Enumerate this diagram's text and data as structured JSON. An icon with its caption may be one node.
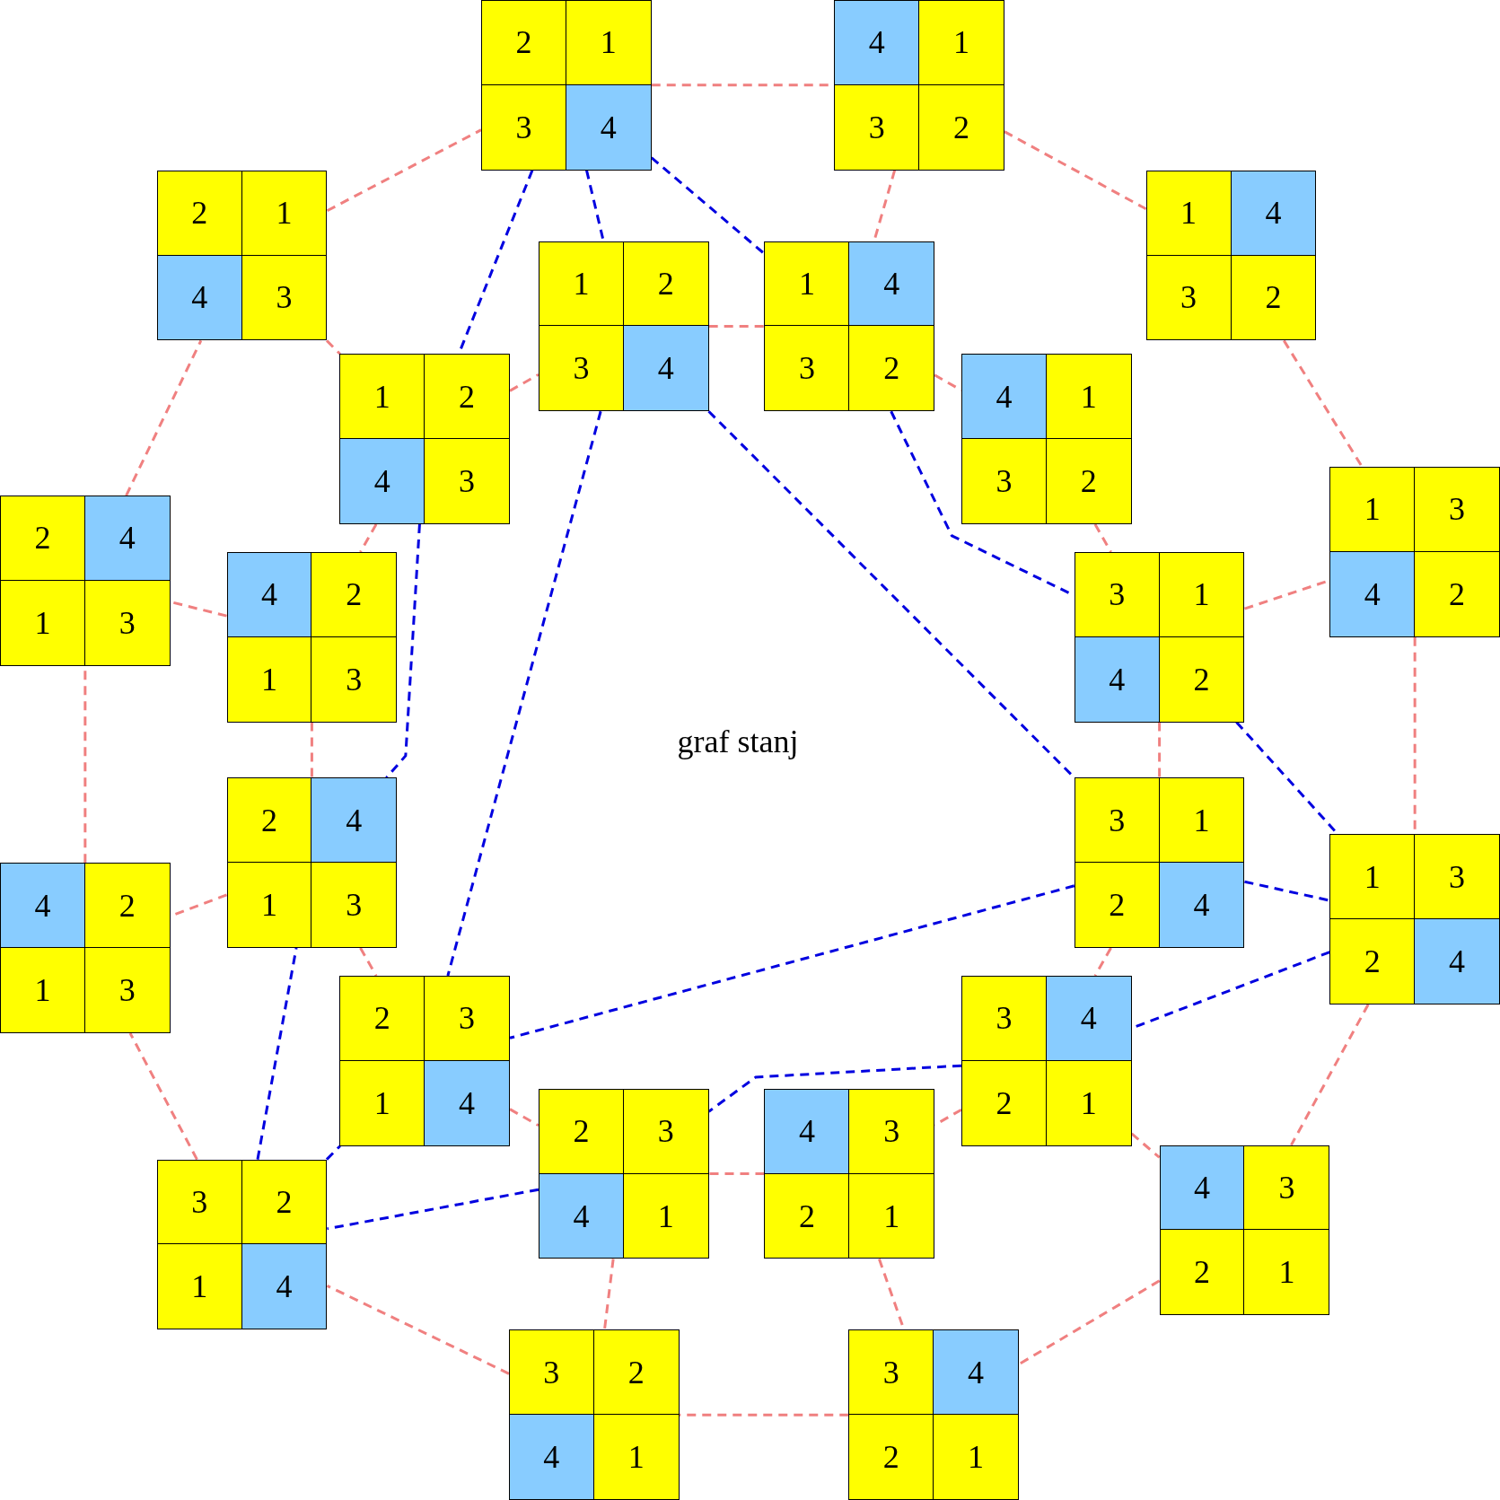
{
  "diagram": {
    "nodes": [
      {
        "text": [
          "2",
          "1",
          "3",
          "4"
        ]
      },
      {
        "text": [
          "4",
          "1",
          "3",
          "2"
        ]
      },
      {
        "text": [
          "2",
          "1",
          "4",
          "3"
        ]
      },
      {
        "text": [
          "1",
          "4",
          "3",
          "2"
        ]
      },
      {
        "text": [
          "1",
          "2",
          "3",
          "4"
        ]
      },
      {
        "text": [
          "1",
          "4",
          "3",
          "2"
        ]
      },
      {
        "text": [
          "1",
          "2",
          "4",
          "3"
        ]
      },
      {
        "text": [
          "4",
          "1",
          "3",
          "2"
        ]
      },
      {
        "text": [
          "1",
          "3",
          "4",
          "2"
        ]
      },
      {
        "text": [
          "2",
          "4",
          "1",
          "3"
        ]
      },
      {
        "text": [
          "4",
          "2",
          "1",
          "3"
        ]
      },
      {
        "text": [
          "3",
          "1",
          "4",
          "2"
        ]
      },
      {
        "text": [
          "2",
          "4",
          "1",
          "3"
        ]
      },
      {
        "text": [
          "3",
          "1",
          "2",
          "4"
        ]
      },
      {
        "text": [
          "1",
          "3",
          "2",
          "4"
        ]
      },
      {
        "text": [
          "4",
          "2",
          "1",
          "3"
        ]
      },
      {
        "text": [
          "2",
          "3",
          "1",
          "4"
        ]
      },
      {
        "text": [
          "3",
          "4",
          "2",
          "1"
        ]
      },
      {
        "text": [
          "2",
          "3",
          "4",
          "1"
        ]
      },
      {
        "text": [
          "4",
          "3",
          "2",
          "1"
        ]
      },
      {
        "text": [
          "4",
          "3",
          "2",
          "1"
        ]
      },
      {
        "text": [
          "3",
          "2",
          "1",
          "4"
        ]
      },
      {
        "text": [
          "3",
          "2",
          "4",
          "1"
        ]
      },
      {
        "text": [
          "3",
          "4",
          "2",
          "1"
        ]
      }
    ],
    "edges": [
      {
        "from": 0,
        "to": 1,
        "arrow": "none",
        "style": "dashed"
      },
      {
        "from": 1,
        "to": 3,
        "arrow": "none",
        "style": "dashed"
      },
      {
        "from": 3,
        "to": 8,
        "arrow": "none",
        "style": "dashed"
      },
      {
        "from": 8,
        "to": 14,
        "arrow": "none",
        "style": "dashed"
      },
      {
        "from": 14,
        "to": 20,
        "arrow": "none",
        "style": "dashed"
      },
      {
        "from": 20,
        "to": 23,
        "arrow": "none",
        "style": "dashed"
      },
      {
        "from": 23,
        "to": 22,
        "arrow": "none",
        "style": "dashed"
      },
      {
        "from": 22,
        "to": 21,
        "arrow": "none",
        "style": "dashed"
      },
      {
        "from": 21,
        "to": 15,
        "arrow": "none",
        "style": "dashed"
      },
      {
        "from": 15,
        "to": 9,
        "arrow": "none",
        "style": "dashed"
      },
      {
        "from": 9,
        "to": 2,
        "arrow": "none",
        "style": "dashed"
      },
      {
        "from": 2,
        "to": 0,
        "arrow": "none",
        "style": "dashed"
      },
      {
        "from": 1,
        "to": 5,
        "arrow": "none",
        "style": "dashed"
      },
      {
        "from": 4,
        "to": 5,
        "arrow": "none",
        "style": "dashed"
      },
      {
        "from": 6,
        "to": 4,
        "arrow": "none",
        "style": "dashed"
      },
      {
        "from": 5,
        "to": 7,
        "arrow": "none",
        "style": "dashed"
      },
      {
        "from": 7,
        "to": 11,
        "arrow": "none",
        "style": "dashed"
      },
      {
        "from": 11,
        "to": 8,
        "arrow": "none",
        "style": "dashed"
      },
      {
        "from": 11,
        "to": 13,
        "arrow": "none",
        "style": "dashed"
      },
      {
        "from": 13,
        "to": 17,
        "arrow": "none",
        "style": "dashed"
      },
      {
        "from": 17,
        "to": 20,
        "arrow": "none",
        "style": "dashed"
      },
      {
        "from": 17,
        "to": 19,
        "arrow": "none",
        "style": "dashed"
      },
      {
        "from": 19,
        "to": 18,
        "arrow": "none",
        "style": "dashed"
      },
      {
        "from": 18,
        "to": 22,
        "arrow": "none",
        "style": "dashed"
      },
      {
        "from": 19,
        "to": 23,
        "arrow": "none",
        "style": "dashed"
      },
      {
        "from": 16,
        "to": 18,
        "arrow": "none",
        "style": "dashed"
      },
      {
        "from": 12,
        "to": 16,
        "arrow": "none",
        "style": "dashed"
      },
      {
        "from": 12,
        "to": 15,
        "arrow": "none",
        "style": "dashed"
      },
      {
        "from": 10,
        "to": 12,
        "arrow": "none",
        "style": "dashed"
      },
      {
        "from": 10,
        "to": 9,
        "arrow": "none",
        "style": "dashed"
      },
      {
        "from": 6,
        "to": 10,
        "arrow": "none",
        "style": "dashed"
      },
      {
        "from": 2,
        "to": 6,
        "arrow": "none",
        "style": "dashed"
      },
      {
        "from": 0,
        "to": 6,
        "arrow": "none",
        "style": "dashed",
        "color": "#0000e0"
      },
      {
        "from": 0,
        "to": 4,
        "arrow": "none",
        "style": "dashed",
        "color": "#0000e0"
      },
      {
        "from": 0,
        "to": 5,
        "arrow": "none",
        "style": "dashed",
        "color": "#0000e0"
      },
      {
        "from": 4,
        "to": 13,
        "arrow": "none",
        "style": "dashed",
        "color": "#0000e0"
      },
      {
        "from": 4,
        "to": 16,
        "arrow": "none",
        "style": "dashed",
        "color": "#0000e0"
      },
      {
        "from": 6,
        "to": 12,
        "arrow": "none",
        "style": "dashed",
        "color": "#0000e0"
      },
      {
        "from": 5,
        "to": 11,
        "arrow": "none",
        "style": "dashed",
        "color": "#0000e0"
      },
      {
        "from": 11,
        "to": 14,
        "arrow": "none",
        "style": "dashed",
        "color": "#0000e0"
      },
      {
        "from": 13,
        "to": 14,
        "arrow": "none",
        "style": "dashed",
        "color": "#0000e0"
      },
      {
        "from": 13,
        "to": 16,
        "arrow": "none",
        "style": "dashed",
        "color": "#0000e0"
      },
      {
        "from": 14,
        "to": 17,
        "arrow": "none",
        "style": "dashed",
        "color": "#0000e0"
      },
      {
        "from": 17,
        "to": 18,
        "arrow": "none",
        "style": "dashed",
        "color": "#0000e0"
      },
      {
        "from": 18,
        "to": 21,
        "arrow": "none",
        "style": "dashed",
        "color": "#0000e0"
      },
      {
        "from": 21,
        "to": 12,
        "arrow": "none",
        "style": "dashed",
        "color": "#0000e0"
      },
      {
        "from": 21,
        "to": 16,
        "arrow": "none",
        "style": "dashed",
        "color": "#0000e0"
      }
    ],
    "labels": [
      "graf stanj"
    ]
  }
}
